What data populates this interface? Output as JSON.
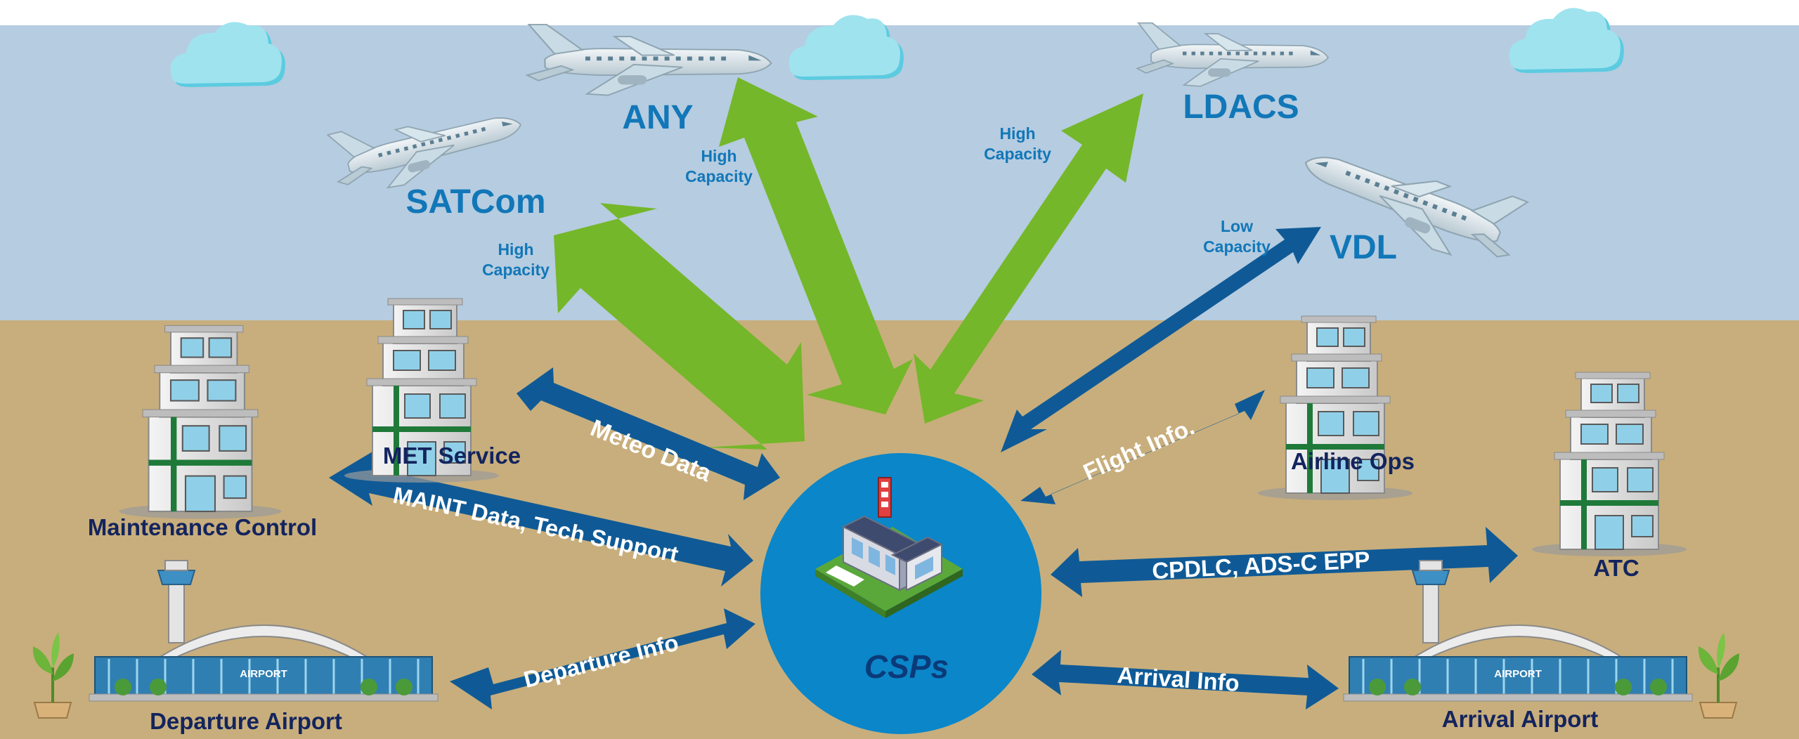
{
  "colors": {
    "sky": "#b6cce0",
    "ground": "#c8ae7c",
    "green_arrow": "#74b72a",
    "blue_arrow": "#0f5a96",
    "hub": "#0a86c9",
    "network_text": "#1177b8",
    "node_text": "#13245e"
  },
  "networks": {
    "satcom": "SATCom",
    "any": "ANY",
    "ldacs": "LDACS",
    "vdl": "VDL"
  },
  "capacity": {
    "satcom": [
      "High",
      "Capacity"
    ],
    "any": [
      "High",
      "Capacity"
    ],
    "ldacs": [
      "High",
      "Capacity"
    ],
    "vdl": [
      "Low",
      "Capacity"
    ]
  },
  "hub": {
    "label": "CSPs"
  },
  "nodes": {
    "met_service": "MET Service",
    "maintenance_control": "Maintenance  Control",
    "departure_airport": "Departure  Airport",
    "airline_ops": "Airline  Ops",
    "atc": "ATC",
    "arrival_airport": "Arrival  Airport"
  },
  "links": {
    "meteo": "Meteo Data",
    "maint": "MAINT Data, Tech Support",
    "departure": "Departure  Info",
    "flight": "Flight  Info.",
    "cpdlc": "CPDLC, ADS-C EPP",
    "arrival": "Arrival  Info"
  },
  "signs": {
    "airport": "AIRPORT"
  },
  "icons": [
    "cloud-icon",
    "airplane-icon",
    "building-icon",
    "airport-terminal-icon",
    "plant-icon",
    "csp-building-icon"
  ]
}
